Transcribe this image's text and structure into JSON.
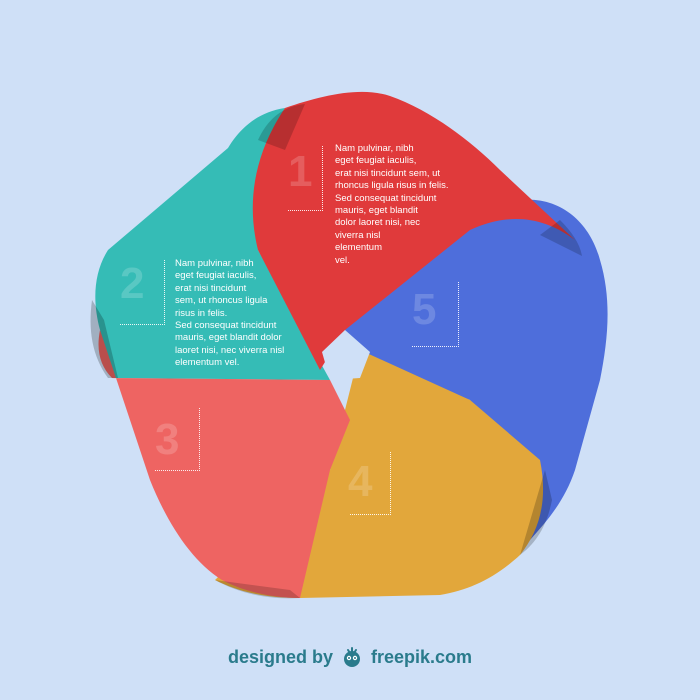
{
  "diagram": {
    "segments": [
      {
        "id": "1",
        "color": "#e03a3b",
        "text": "Nam pulvinar, nibh\neget feugiat iaculis,\nerat nisi tincidunt sem, ut\nrhoncus ligula risus in felis.\nSed consequat tincidunt\nmauris, eget blandit\ndolor laoret nisi, nec\nviverra nisl\nelementum\nvel."
      },
      {
        "id": "2",
        "color": "#35bcb6",
        "text": "Nam pulvinar, nibh\neget feugiat iaculis,\nerat nisi tincidunt\nsem, ut rhoncus ligula\nrisus in felis.\nSed consequat tincidunt\nmauris, eget blandit dolor\nlaoret nisi, nec viverra nisl\nelementum vel."
      },
      {
        "id": "3",
        "color": "#ee6462",
        "text": ""
      },
      {
        "id": "4",
        "color": "#e2a73b",
        "text": ""
      },
      {
        "id": "5",
        "color": "#4e6edb",
        "text": ""
      }
    ]
  },
  "footer": {
    "prefix": "designed by",
    "brand": "freepik.com",
    "logo_icon": "freepik-mascot-icon",
    "color": "#2a7b8c"
  }
}
